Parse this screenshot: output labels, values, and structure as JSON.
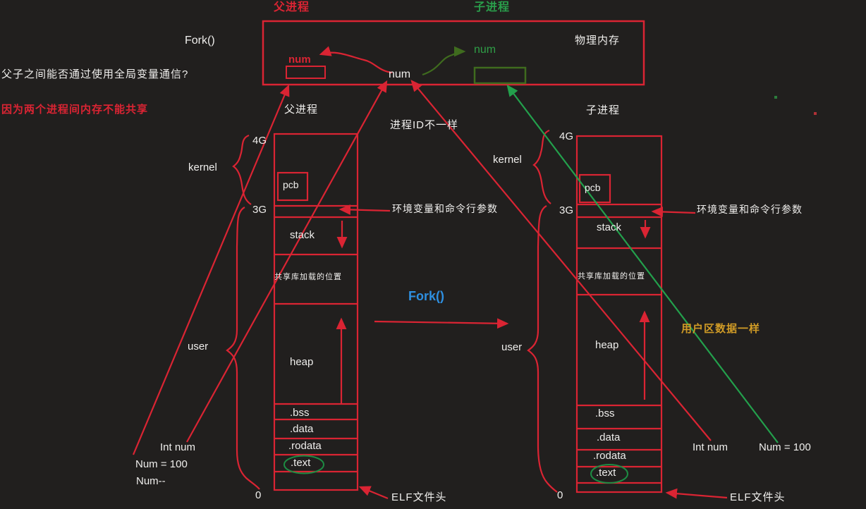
{
  "colors": {
    "background": "#211f1e",
    "red": "#da2433",
    "green_bright": "#2a9e4b",
    "green_dark": "#3f6b1e",
    "ellipse_green": "#1d8c43",
    "blue": "#2e8fe0",
    "orange": "#d09b26",
    "white": "#efeeec"
  },
  "header": {
    "parent_process_label": "父进程",
    "child_process_label": "子进程",
    "physical_memory_label": "物理内存",
    "parent_num": "num",
    "shared_num": "num",
    "child_num": "num"
  },
  "left_panel": {
    "fork_label": "Fork()",
    "question": "父子之间能否通过使用全局变量通信?",
    "reason": "因为两个进程间内存不能共享"
  },
  "middle": {
    "process_id_note": "进程ID不一样",
    "fork_label": "Fork()",
    "env_args_left": "环境变量和命令行参数",
    "env_args_right": "环境变量和命令行参数",
    "user_data_note": "用户区数据一样"
  },
  "parent_diagram": {
    "title": "父进程",
    "top_addr": "4G",
    "mid_addr": "3G",
    "bottom_addr": "0",
    "kernel_label": "kernel",
    "user_label": "user",
    "pcb": "pcb",
    "stack": "stack",
    "shared_lib": "共享库加载的位置",
    "heap": "heap",
    "bss": ".bss",
    "data": ".data",
    "rodata": ".rodata",
    "text": ".text",
    "elf_label": "ELF文件头"
  },
  "child_diagram": {
    "title": "子进程",
    "top_addr": "4G",
    "mid_addr": "3G",
    "bottom_addr": "0",
    "kernel_label": "kernel",
    "user_label": "user",
    "pcb": "pcb",
    "stack": "stack",
    "shared_lib": "共享库加载的位置",
    "heap": "heap",
    "bss": ".bss",
    "data": ".data",
    "rodata": ".rodata",
    "text": ".text",
    "elf_label": "ELF文件头"
  },
  "code_left": {
    "line1": "Int num",
    "line2": "Num = 100",
    "line3": "Num--"
  },
  "code_right": {
    "line1": "Int num",
    "line2": "Num = 100"
  }
}
